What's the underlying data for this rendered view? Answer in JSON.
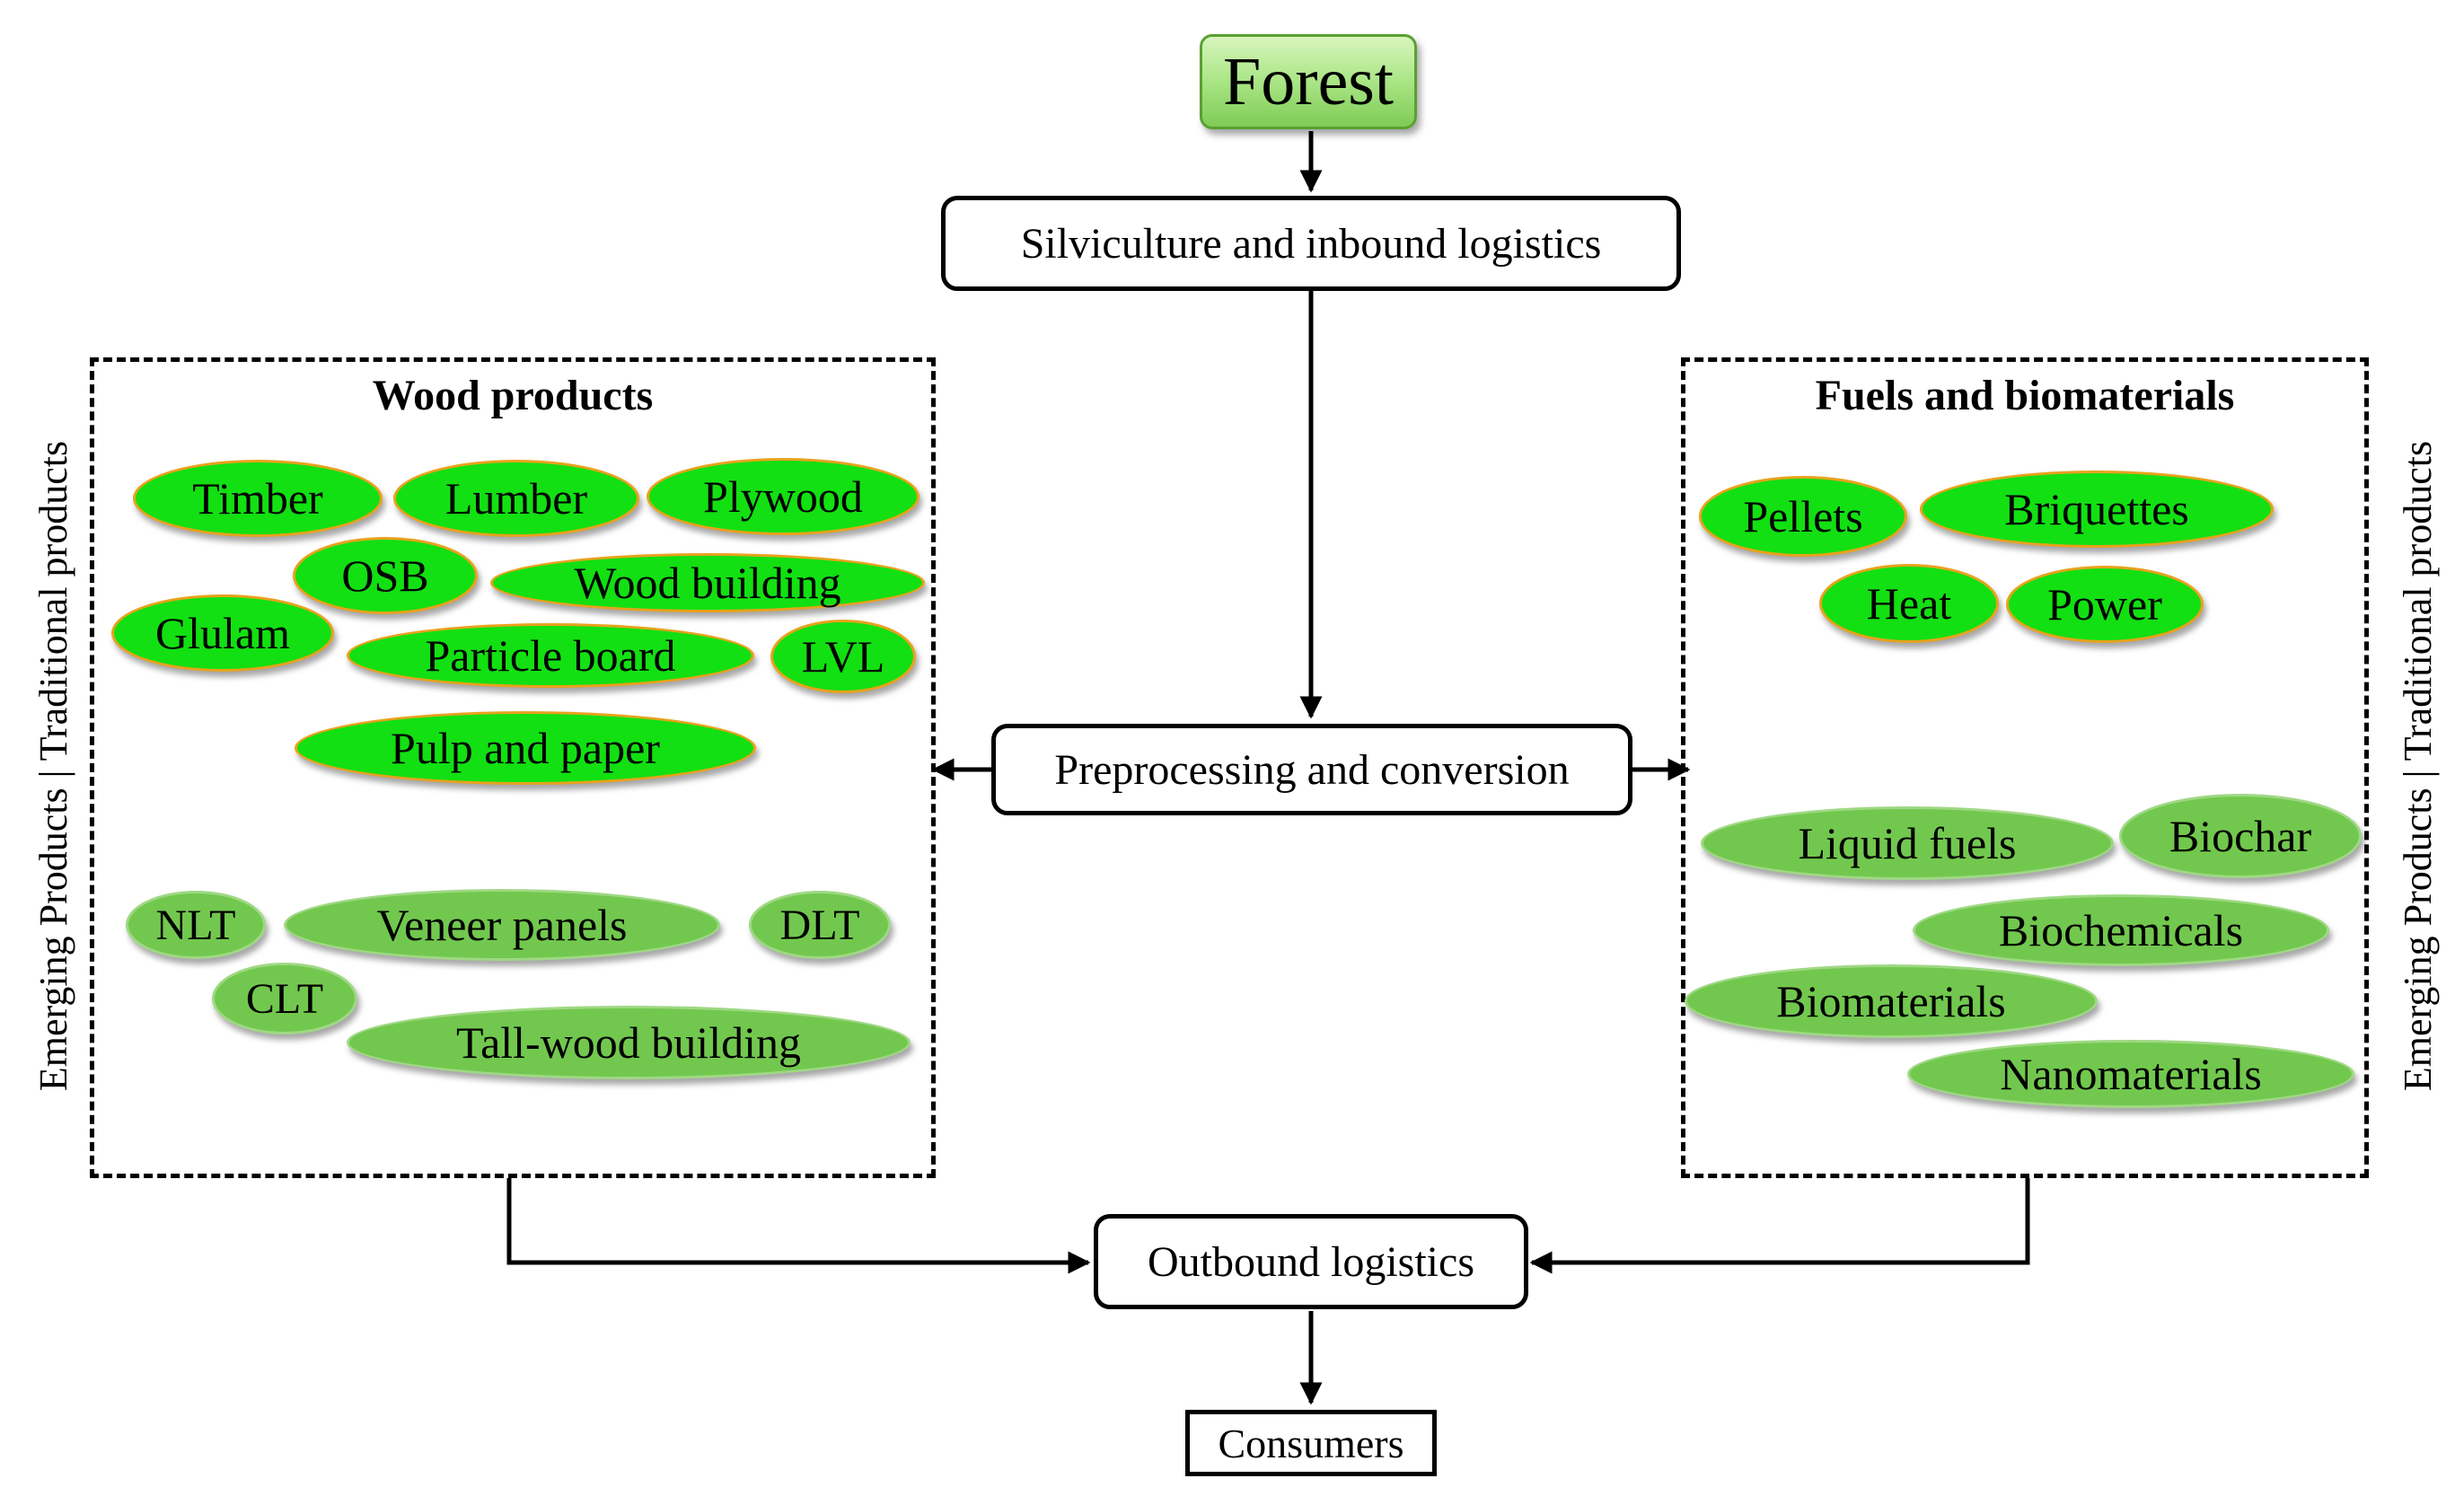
{
  "diagram": {
    "top_node": "Forest",
    "nodes": {
      "silviculture": "Silviculture  and inbound logistics",
      "preprocessing": "Preprocessing and conversion",
      "outbound": "Outbound logistics",
      "consumers": "Consumers"
    },
    "wood_panel": {
      "title": "Wood  products",
      "traditional": [
        "Timber",
        "Lumber",
        "Plywood",
        "OSB",
        "Wood building",
        "Glulam",
        "Particle  board",
        "LVL",
        "Pulp and paper"
      ],
      "emerging": [
        "NLT",
        "Veneer panels",
        "DLT",
        "CLT",
        "Tall-wood  building"
      ]
    },
    "fuel_panel": {
      "title": "Fuels and biomaterials",
      "traditional": [
        "Pellets",
        "Briquettes",
        "Heat",
        "Power"
      ],
      "emerging": [
        "Liquid fuels",
        "Biochar",
        "Biochemicals",
        "Biomaterials",
        "Nanomaterials"
      ]
    },
    "side_label": "Emerging  Products | Traditional  products",
    "colors": {
      "traditional_fill": "#12e012",
      "traditional_outline": "#e8a21c",
      "emerging_fill": "#72c84e",
      "forest_fill": "#aee78a"
    }
  }
}
